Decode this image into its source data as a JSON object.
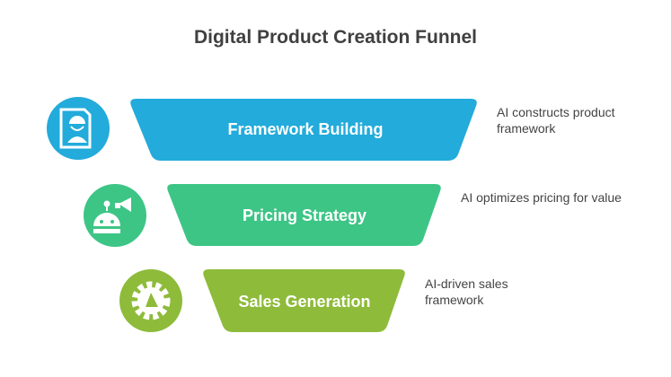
{
  "title": "Digital Product Creation Funnel",
  "stages": [
    {
      "label": "Framework Building",
      "description": "AI constructs product framework",
      "color": "#22ABDB",
      "icon": "construction-worker-document-icon"
    },
    {
      "label": "Pricing Strategy",
      "description": "AI optimizes pricing for value",
      "color": "#3DC586",
      "icon": "robot-megaphone-icon"
    },
    {
      "label": "Sales Generation",
      "description": "AI-driven sales framework",
      "color": "#8EBB3A",
      "icon": "gear-megaphone-icon"
    }
  ]
}
